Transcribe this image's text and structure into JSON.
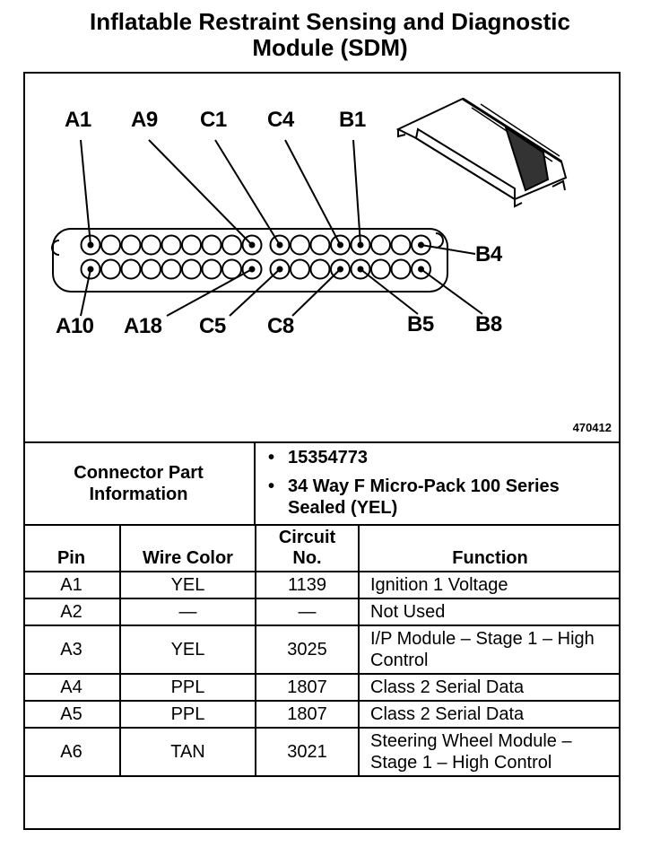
{
  "title": {
    "line1": "Inflatable Restraint Sensing and Diagnostic",
    "line2": "Module (SDM)"
  },
  "diagram": {
    "pin_labels": {
      "a1": "A1",
      "a9": "A9",
      "c1": "C1",
      "c4": "C4",
      "b1": "B1",
      "b4": "B4",
      "a10": "A10",
      "a18": "A18",
      "c5": "C5",
      "c8": "C8",
      "b5": "B5",
      "b8": "B8"
    },
    "figure_number": "470412"
  },
  "connector_info": {
    "heading": "Connector Part Information",
    "part_number": "15354773",
    "description": "34 Way F Micro-Pack 100 Series Sealed (YEL)"
  },
  "table": {
    "headers": {
      "pin": "Pin",
      "wire_color": "Wire Color",
      "circuit_no": "Circuit No.",
      "function": "Function"
    },
    "rows": [
      {
        "pin": "A1",
        "wire_color": "YEL",
        "circuit": "1139",
        "function": "Ignition 1 Voltage"
      },
      {
        "pin": "A2",
        "wire_color": "—",
        "circuit": "—",
        "function": "Not Used"
      },
      {
        "pin": "A3",
        "wire_color": "YEL",
        "circuit": "3025",
        "function": "I/P Module – Stage 1 – High Control"
      },
      {
        "pin": "A4",
        "wire_color": "PPL",
        "circuit": "1807",
        "function": "Class 2 Serial Data"
      },
      {
        "pin": "A5",
        "wire_color": "PPL",
        "circuit": "1807",
        "function": "Class 2 Serial Data"
      },
      {
        "pin": "A6",
        "wire_color": "TAN",
        "circuit": "3021",
        "function": "Steering Wheel Module – Stage 1 – High Control"
      }
    ]
  }
}
